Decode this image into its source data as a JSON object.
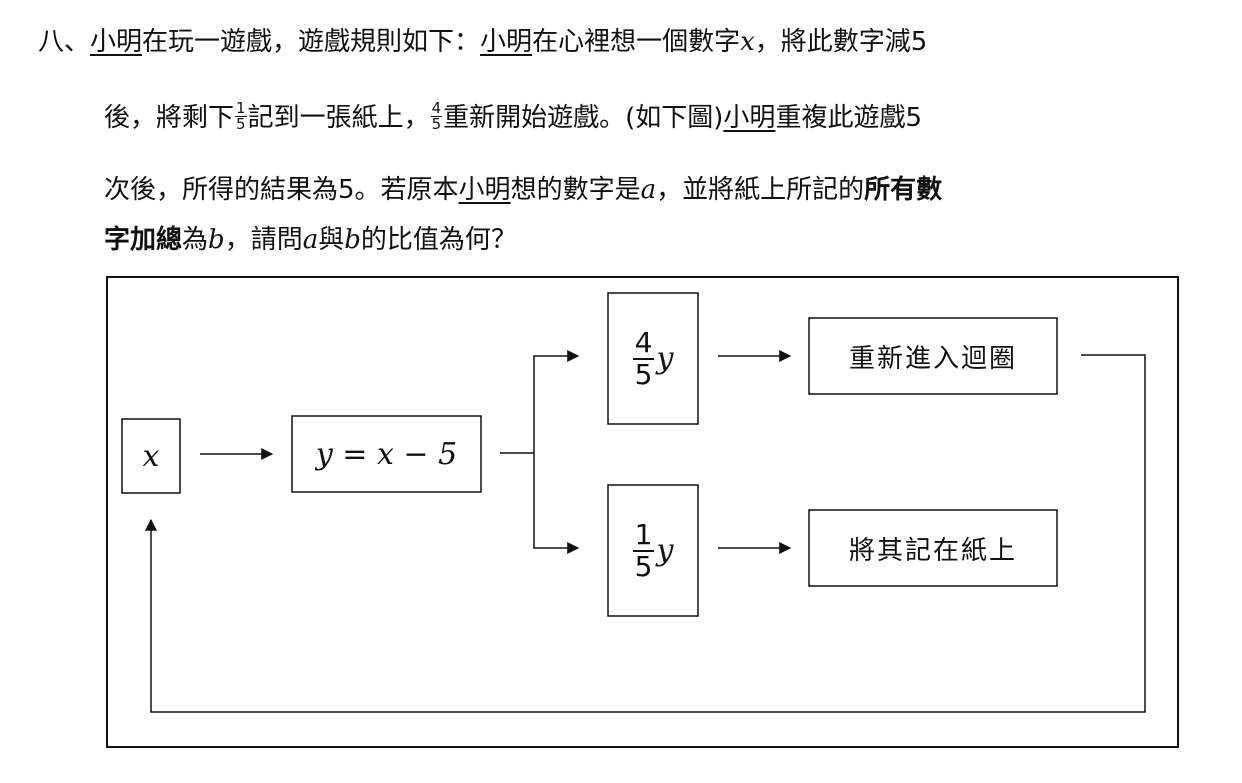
{
  "question": {
    "number": "八、",
    "line1": {
      "name1": "小明",
      "t1": "在玩一遊戲，遊戲規則如下：",
      "name2": "小明",
      "t2": "在心裡想一個數字",
      "var_x": "x",
      "t3": "，將此數字減5"
    },
    "line2": {
      "t1": "後，將剩下",
      "frac1_num": "1",
      "frac1_den": "5",
      "t2": "記到一張紙上，",
      "frac2_num": "4",
      "frac2_den": "5",
      "t3": "重新開始遊戲。(如下圖)",
      "name": "小明",
      "t4": "重複此遊戲5"
    },
    "line3": {
      "t1": "次後，所得的結果為5。若原本",
      "name": "小明",
      "t2": "想的數字是",
      "var_a": "a",
      "t3": "，並將紙上所記的",
      "bold": "所有數"
    },
    "line4": {
      "bold": "字加總",
      "t1": "為",
      "var_b": "b",
      "t2": "，請問",
      "var_a": "a",
      "t3": "與",
      "var_b2": "b",
      "t4": "的比值為何？"
    }
  },
  "diagram": {
    "box_x": "x",
    "box_y": "y = x − 5",
    "box_top_frac_num": "4",
    "box_top_frac_den": "5",
    "box_top_var": "y",
    "box_bottom_frac_num": "1",
    "box_bottom_frac_den": "5",
    "box_bottom_var": "y",
    "box_reenter": "重新進入迴圈",
    "box_record": "將其記在紙上"
  }
}
